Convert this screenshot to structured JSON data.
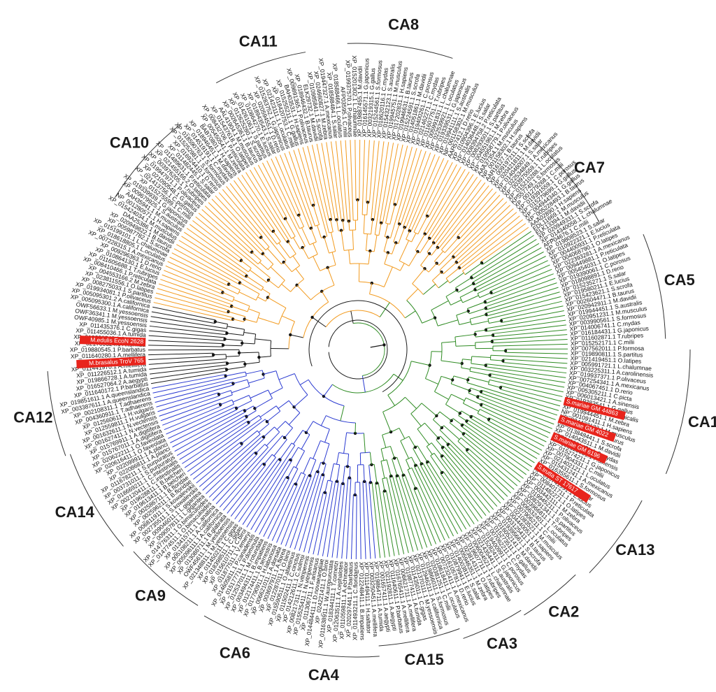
{
  "colors": {
    "blue_clade": "#2a3ad1",
    "green_clade": "#2e8b22",
    "orange_clade": "#f29a1e",
    "black_branch": "#1a1a1a",
    "highlight": "#e8241c"
  },
  "clades": [
    {
      "label": "CA11"
    },
    {
      "label": "CA8"
    },
    {
      "label": "CA10"
    },
    {
      "label": "CA7"
    },
    {
      "label": "CA5"
    },
    {
      "label": "CA1"
    },
    {
      "label": "CA13"
    },
    {
      "label": "CA2"
    },
    {
      "label": "CA3"
    },
    {
      "label": "CA15"
    },
    {
      "label": "CA4"
    },
    {
      "label": "CA6"
    },
    {
      "label": "CA9"
    },
    {
      "label": "CA14"
    },
    {
      "label": "CA12"
    }
  ],
  "highlighted_leaves": [
    "M.brasalus TroV 765",
    "M.edulis EcoN 2628",
    "S.mariae GM 44863",
    "S.mariae GM 4022",
    "S.mariae GM 6196",
    "S.trutta ST 17617"
  ],
  "leaves": [
    "XP_011640172.1 P.barbatus",
    "XP_016527064.2 A.aegypti",
    "XP_019866728.1 A.tumida",
    "XP_011226512.1 A.tumida",
    "XP_011441970.1 A.mellifera",
    "XP_016768764.1 C.gigas",
    "XP_011640280.1 A.mellifera",
    "XP_019880545.1 P.barbatus",
    "XP_021709524.1 A.tumida",
    "XP_019880548.1 A.aegypti",
    "XP_011455036.1 A.tumida",
    "XP_011435376.1 C.gigas",
    "OWF40985.1 M.yessoensis",
    "OWF36341.1 M.yessoensis",
    "OWF56633.1 M.yessoensis",
    "XP_005095300.1 A.californica",
    "XP_005095301.2 A.californica",
    "XP_019934081.1 P.olivaceus",
    "XP_008275033.1 S.partitus",
    "XP_023811556.1 O.latipes",
    "XP_004553166.2 M.zebra",
    "XP_008410466.1 P.reticulata",
    "XP_011605688.1 T.rubripes",
    "XP_010864130.1 E.lucius",
    "XP_009296363.1 D.rerio",
    "XP_007228315.1 A.mexicanus",
    "XP_018618805.1 L.oculatus",
    "XP_015199101.1 L.chalumnae",
    "XP_005987782.1 S.scrofa",
    "XP_020949822.1 B.taurus",
    "DAA25386.1 M.davidii",
    "XP_015424034.1 M.musculus",
    "NP_001280571.1 H.sapiens",
    "AAH35941.1 M.musculus",
    "XP_009679925.1 S.australis",
    "XP_019339939.1 G.japonicus",
    "XP_015275599.1 C.milii",
    "XP_021413756.1 C.porosus",
    "XP_021090548.1 G.gallus",
    "XP_019947971.1 P.olivaceus",
    "XP_003976205.1 T.rubripes",
    "XP_021455166.2 O.latipes",
    "XP_011489631.1 P.reticulata",
    "XP_011482445.1 S.salar",
    "XP_016924410.1 D.rerio",
    "XP_015252981.1 S.formosus",
    "XP_018590763.1 S.formosus",
    "XP_014519191.1 C.mydas",
    "XP_018946451.1 M.davidii",
    "BAB70801.1 H.sapiens",
    "XP_005450541.1 M.zebra",
    "XP_008432706.1 P.reticulata",
    "XP_015437618.1 O.latipes",
    "AAL41904.1 M.musculus",
    "XP_002645361.1 B.taurus",
    "XP_012625280.1 S.scrofa",
    "XP_014261061.1 S.partitus",
    "XP_010864270.1 E.lucius",
    "XP_018943543.1 S.salar",
    "XP_020594551.1 D.rerio",
    "XP_015283752.1 G.japonicus",
    "XP_021423111.1 L.oculatus",
    "XP_018420753.1 C.milii",
    "XP_015255211.1 G.gallus",
    "BAH03531.1 H.sapiens",
    "XP_009891365.1 P.olivaceus",
    "XP_018946432.1 B.taurus",
    "ELK29732.1 M.davidii",
    "XP_010985841.1 S.scrofa",
    "XP_024660827.1 M.zebra",
    "XP_019447327.1 A.mexicanus",
    "XP_018588484.1 S.salar",
    "XP_018588466.1 L.oculatus",
    "AFP03595.1 C.milii",
    "XP_019937570.1 P.olivaceus",
    "XP_015201302.1 L.chalumnae",
    "XP_019887455.1 M.davidii",
    "XP_016145571.1 G.japonicus",
    "XP_003219315.1 G.gallus",
    "XP_015244561.1 S.formosus",
    "XP_018620116.1 C.mydas",
    "XP_015432123.1 S.australis",
    "XP_019945751.1 M.musculus",
    "XP_017202831.1 H.sapiens",
    "XP_019946631.1 B.taurus",
    "XP_015224591.1 S.scrofa",
    "XP_014051861.1 M.davidii",
    "XP_019400261.1 C.porosus",
    "XP_021462271.1 C.mydas",
    "XP_011607751.1 T.rubripes",
    "XP_005991831.1 L.chalumnae",
    "XP_022539921.1 L.oculatus",
    "XP_019339531.1 G.japonicus",
    "XP_019941111.1 S.australis",
    "NP_001158302.1 M.musculus",
    "AAH57412.1 D.rerio",
    "XP_010904396.1 E.lucius",
    "XP_014036448.1 S.salar",
    "XP_008394758.2 P.reticulata",
    "XP_008293501.1 S.partitus",
    "XP_004551961.1 M.zebra",
    "XP_019958779.1 P.olivaceus",
    "AAA37354.1 M.musculus",
    "NP_001158302.1 H.sapiens",
    "AAH16127.1 B.taurus",
    "XP_009197211.1 S.scrofa",
    "XP_020421811.1 M.davidii",
    "XP_014046007.1 S.salar",
    "XP_022534849.1 A.mexicanus",
    "XP_003975559.1 T.rubripes",
    "XP_015210288.1 L.oculatus",
    "KPS57749.1 S.formosus",
    "XP_001279268.1 C.milii",
    "XP_019391559.1 C.porosus",
    "XP_015279699.1 G.gallus",
    "XP_004944340.1 G.gallus",
    "XP_005228493.1 B.taurus",
    "AAA02890.1 H.sapiens",
    "EDL11669.1 M.musculus",
    "ELK13394.1 M.davidii",
    "XP_020949331.1 S.scrofa",
    "XP_014340058.1 L.chalumnae",
    "AFP04676.1 C.milii",
    "XP_019808523.1 S.salar",
    "XP_010922321.1 E.lucius",
    "XP_004400931.1 P.reticulata",
    "XP_004068790.1 O.latipes",
    "XP_022393281.1 A.mexicanus",
    "XP_009449881.1 P.reticulata",
    "XP_005454031.1 O.latipes",
    "XP_019390061.1 C.porosus",
    "XP_018098891.1 D.rerio",
    "XP_015235271.1 S.salar",
    "XP_019580211.1 E.lucius",
    "XP_015423621.1 S.scrofa",
    "XP_002604471.1 B.taurus",
    "XP_020942911.1 M.davidii",
    "XP_019944451.1 S.australis",
    "XP_020951231.1 M.musculus",
    "XP_003990561.1 S.formosus",
    "XP_014006741.1 C.mydas",
    "XP_016184431.1 G.japonicus",
    "XP_011602871.1 T.rubripes",
    "XP_015252171.1 C.milii",
    "XP_007562011.1 P.formosa",
    "XP_019890811.1 S.partitus",
    "XP_021419451.1 O.latipes",
    "XP_005991721.1 L.chalumnae",
    "XP_003225311.1 A.carolinensis",
    "XP_019937371.1 P.olivaceus",
    "XP_007254341.1 A.mexicanus",
    "XP_004067451.1 D.rerio",
    "XP_005305211.1 C.picta",
    "XP_006013421.1 A.sinensis",
    "XP_019383541.1 G.gallus",
    "XP_012813841.1 X.tropicalis",
    "XP_019944451.1 M.zebra",
    "NP_001091411.1 H.sapiens",
    "XP_024432123.1 M.musculus",
    "XP_019873211.1 B.taurus",
    "XP_013848441.1 S.scrofa",
    "XP_014043511.1 M.davidii",
    "XP_019331471.1 C.mydas",
    "XP_006113661.1 P.sinensis",
    "XP_015274211.1 G.japonicus",
    "XP_007904331.1 C.milii",
    "XP_021402121.1 L.oculatus",
    "XP_015431241.1 A.mexicanus",
    "XP_016355611.1 S.formosus",
    "XP_020467021.1 S.salar",
    "XP_019741991.1 E.lucius",
    "XP_008401711.1 P.reticulata",
    "XP_011482271.1 O.latipes",
    "XP_003442111.1 M.zebra",
    "XP_019945211.1 P.olivaceus",
    "XP_008291341.1 S.partitus",
    "XP_003966811.1 T.rubripes",
    "XP_006632401.1 L.oculatus",
    "XP_007906211.1 C.milii",
    "XP_021083521.1 M.musculus",
    "XP_004440051.1 H.sapiens",
    "XP_003125411.1 B.taurus",
    "XP_019395661.1 S.scrofa",
    "XP_016052141.1 M.davidii",
    "XP_015273511.1 G.gallus",
    "XP_007062211.1 C.mydas",
    "XP_019400991.1 C.porosus",
    "XP_015282411.1 G.japonicus",
    "XP_021435441.1 S.australis",
    "XP_006004521.1 L.chalumnae",
    "XP_019607711.1 T.rubripes",
    "XP_023814311.1 O.latipes",
    "XP_005946351.1 M.zebra",
    "XP_014003811.1 S.salar",
    "XP_010879941.1 E.lucius",
    "XP_016105781.1 D.rerio",
    "XP_007232411.1 A.mexicanus",
    "XP_018618411.1 L.oculatus",
    "XP_020381251.1 C.milii",
    "XP_019866011.1 S.formosus",
    "XP_012946211.1 A.californica",
    "XP_021370111.1 M.yessoensis",
    "XP_011435011.1 C.gigas",
    "XP_019877411.1 A.tumida",
    "XP_006621711.1 A.mellifera",
    "XP_016765411.1 A.mellifera",
    "XP_011640611.1 P.barbatus",
    "XP_021192811.1 A.aegypti",
    "XP_001657411.1 A.aegypti",
    "XP_019864711.1 A.tumida",
    "XP_003250451.1 A.mellifera",
    "XP_011149411.1 H.saltator",
    "XP_012248411.1 B.impatiens",
    "XP_011493211.1 C.floridanus",
    "XP_020297441.1 P.barbatus",
    "XP_011059811.1 A.echinatior",
    "XP_012063511.1 A.cephalotes",
    "XP_018344111.1 T.cornetzi",
    "XP_011638911.1 W.auropunctata",
    "XP_024221411.1 O.biroi",
    "XP_014484411.1 D.novaeangliae",
    "XP_011306711.1 F.arisanus",
    "XP_015525411.1 N.vitripennis",
    "XP_008217311.1 N.vitripennis",
    "XP_014212611.1 C.solmsi",
    "XP_011502411.1 C.cinctus",
    "XP_015590511.1 O.abietinus",
    "XP_012287011.1 O.biroi",
    "XP_003697911.1 A.florea",
    "XP_006621011.1 A.dorsata",
    "XP_017790911.1 H.laboriosa",
    "XP_012174411.1 B.terrestris",
    "XP_003494311.1 B.impatiens",
    "XP_012537011.1 M.rotundata",
    "XP_015177711.1 P.dominula",
    "XP_014605811.1 P.canadensis",
    "XP_011877511.1 V.emeryi",
    "XP_015610711.1 C.biroi",
    "XP_018398511.1 C.gigas",
    "XP_011450211.1 C.gigas",
    "XP_021348811.1 M.yessoensis",
    "OWF45611.1 M.yessoensis",
    "XP_013086711.1 B.glabrata",
    "XP_005096111.1 A.californica",
    "XP_005108211.1 A.californica",
    "XP_013415711.1 L.anatina",
    "XP_014774511.1 O.bimaculoides",
    "XP_014776311.1 O.bimaculoides",
    "XP_009057811.1 L.gigantea",
    "XP_009046011.1 L.gigantea",
    "XP_002735511.1 S.kowalevskii",
    "XP_006811911.1 S.kowalevskii",
    "XP_002596211.1 B.floridae",
    "XP_002586711.1 B.floridae",
    "XP_019613411.1 B.belcheri",
    "XP_019628811.1 B.belcheri",
    "XP_002120411.1 C.intestinalis",
    "XP_018669211.1 C.intestinalis",
    "XP_003731011.1 S.purpuratus",
    "XP_011678211.1 S.purpuratus",
    "XP_022086811.1 A.planci",
    "XP_022099911.1 A.planci",
    "XP_020616411.1 O.faveolata",
    "XP_020622211.1 O.faveolata",
    "XP_015767011.1 A.digitifera",
    "XP_015769911.1 A.digitifera",
    "XP_001627411.1 N.vectensis",
    "XP_001632611.1 N.vectensis",
    "XP_012559811.1 H.vulgaris",
    "XP_012560611.1 H.vulgaris",
    "XP_004360911.1 T.adhaerens",
    "XP_002108311.1 T.adhaerens",
    "XP_003387611.1 A.queenslandica",
    "XP_019851611.1 A.queenslandica"
  ]
}
